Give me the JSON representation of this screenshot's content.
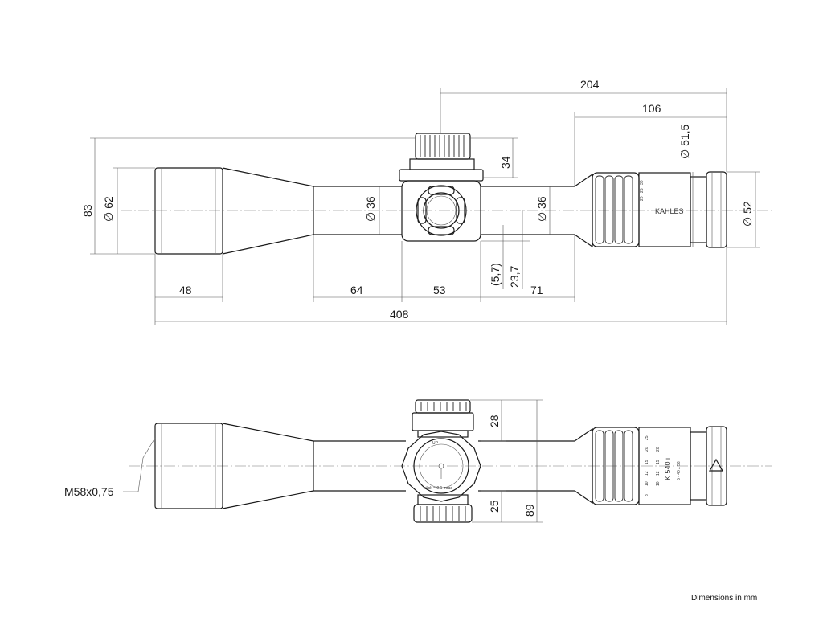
{
  "drawing": {
    "note": "Dimensions in mm",
    "brand": "KAHLES",
    "model": "K 540 i",
    "model_sub": "5 - 40 x 56",
    "thread_label": "M58x0,75",
    "side_view_dims": {
      "d204": "204",
      "d106": "106",
      "d34": "34",
      "d83": "83",
      "d62": "∅ 62",
      "d36a": "∅ 36",
      "d36b": "∅ 36",
      "d515": "∅ 51,5",
      "d52": "∅ 52",
      "d57": "(5,7)",
      "d237": "23,7",
      "d48": "48",
      "d64": "64",
      "d53": "53",
      "d71": "71",
      "d408": "408"
    },
    "top_view_dims": {
      "d28": "28",
      "d25": "25",
      "d89": "89"
    },
    "magnification_scale_side": [
      "30",
      "25",
      "20"
    ],
    "magnification_scale_top": [
      "25",
      "20",
      "15",
      "12",
      "10",
      "8"
    ],
    "magnification_scale_top_left": [
      "20",
      "15",
      "12",
      "10"
    ],
    "turret_labels": {
      "up_arrow": "UP",
      "click_value": "click = 0.1 mrad"
    }
  }
}
